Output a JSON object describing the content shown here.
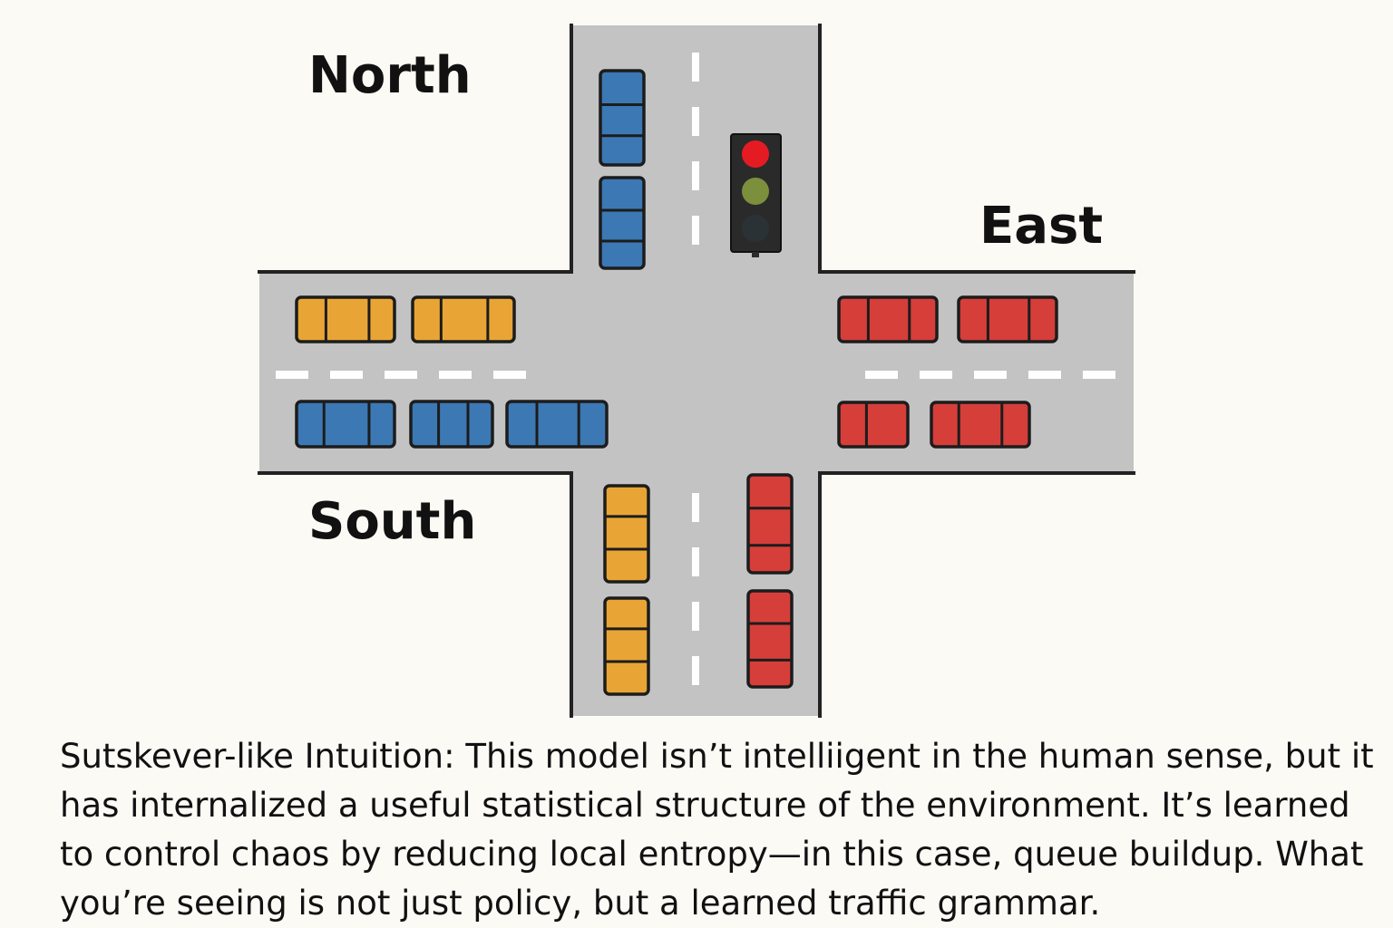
{
  "labels": {
    "north": "North",
    "east": "East",
    "south": "South"
  },
  "caption": "Sutskever-like Intuition: This model isn’t intelliigent in the human sense, but it has internalized a useful statistical structure of the environment. It’s learned to control chaos by reducing local entropy—in this case, queue buildup. What you’re seeing is not just policy, but a learned traffic grammar.",
  "traffic_light": {
    "state": "red",
    "lamps": [
      "red",
      "yellow",
      "green"
    ]
  },
  "colors": {
    "background": "#fbfaf5",
    "road": "#c3c3c3",
    "curb": "#222222",
    "lane_marking": "#ffffff",
    "car_blue": "#3c78b4",
    "car_orange": "#e8a535",
    "car_red": "#d63e3a",
    "light_red": "#e51b23",
    "light_yellow_off": "#7c8f3c",
    "light_green_off": "#2b3236",
    "light_housing": "#2a2a2a"
  },
  "queues": [
    {
      "approach": "north",
      "lane": "southbound",
      "color": "blue",
      "cars": 2
    },
    {
      "approach": "south",
      "lane": "southbound",
      "color": "orange",
      "cars": 2
    },
    {
      "approach": "south",
      "lane": "northbound",
      "color": "red",
      "cars": 2
    },
    {
      "approach": "west",
      "lane": "upper",
      "color": "orange",
      "cars": 2
    },
    {
      "approach": "west",
      "lane": "lower",
      "color": "blue",
      "cars": 3
    },
    {
      "approach": "east",
      "lane": "upper",
      "color": "red",
      "cars": 2
    },
    {
      "approach": "east",
      "lane": "lower",
      "color": "red",
      "cars": 2
    }
  ]
}
